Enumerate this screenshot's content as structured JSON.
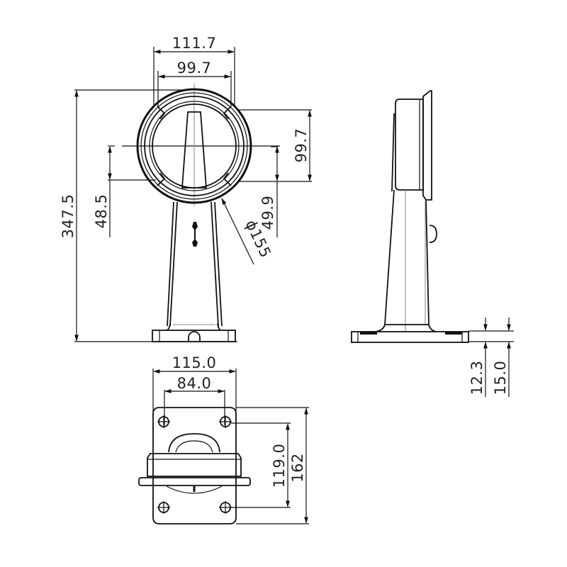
{
  "drawing": {
    "type": "mechanical dimension drawing",
    "subject": "camera wall-mount bracket",
    "units": "mm",
    "colors": {
      "line": "#111111",
      "text": "#222222",
      "background": "#ffffff"
    }
  },
  "front_view": {
    "dimensions": {
      "outer_width": "111.7",
      "inner_width": "99.7",
      "total_height": "347.5",
      "center_offset": "48.5",
      "mount_height": "99.7",
      "center_to_lower": "49.9",
      "diameter": "ϕ155"
    }
  },
  "side_view": {
    "dimensions": {
      "base_thickness": "12.3",
      "base_total": "15.0"
    }
  },
  "bottom_view": {
    "dimensions": {
      "base_width": "115.0",
      "hole_spacing_x": "84.0",
      "hole_spacing_y": "119.0",
      "base_length": "162"
    }
  }
}
